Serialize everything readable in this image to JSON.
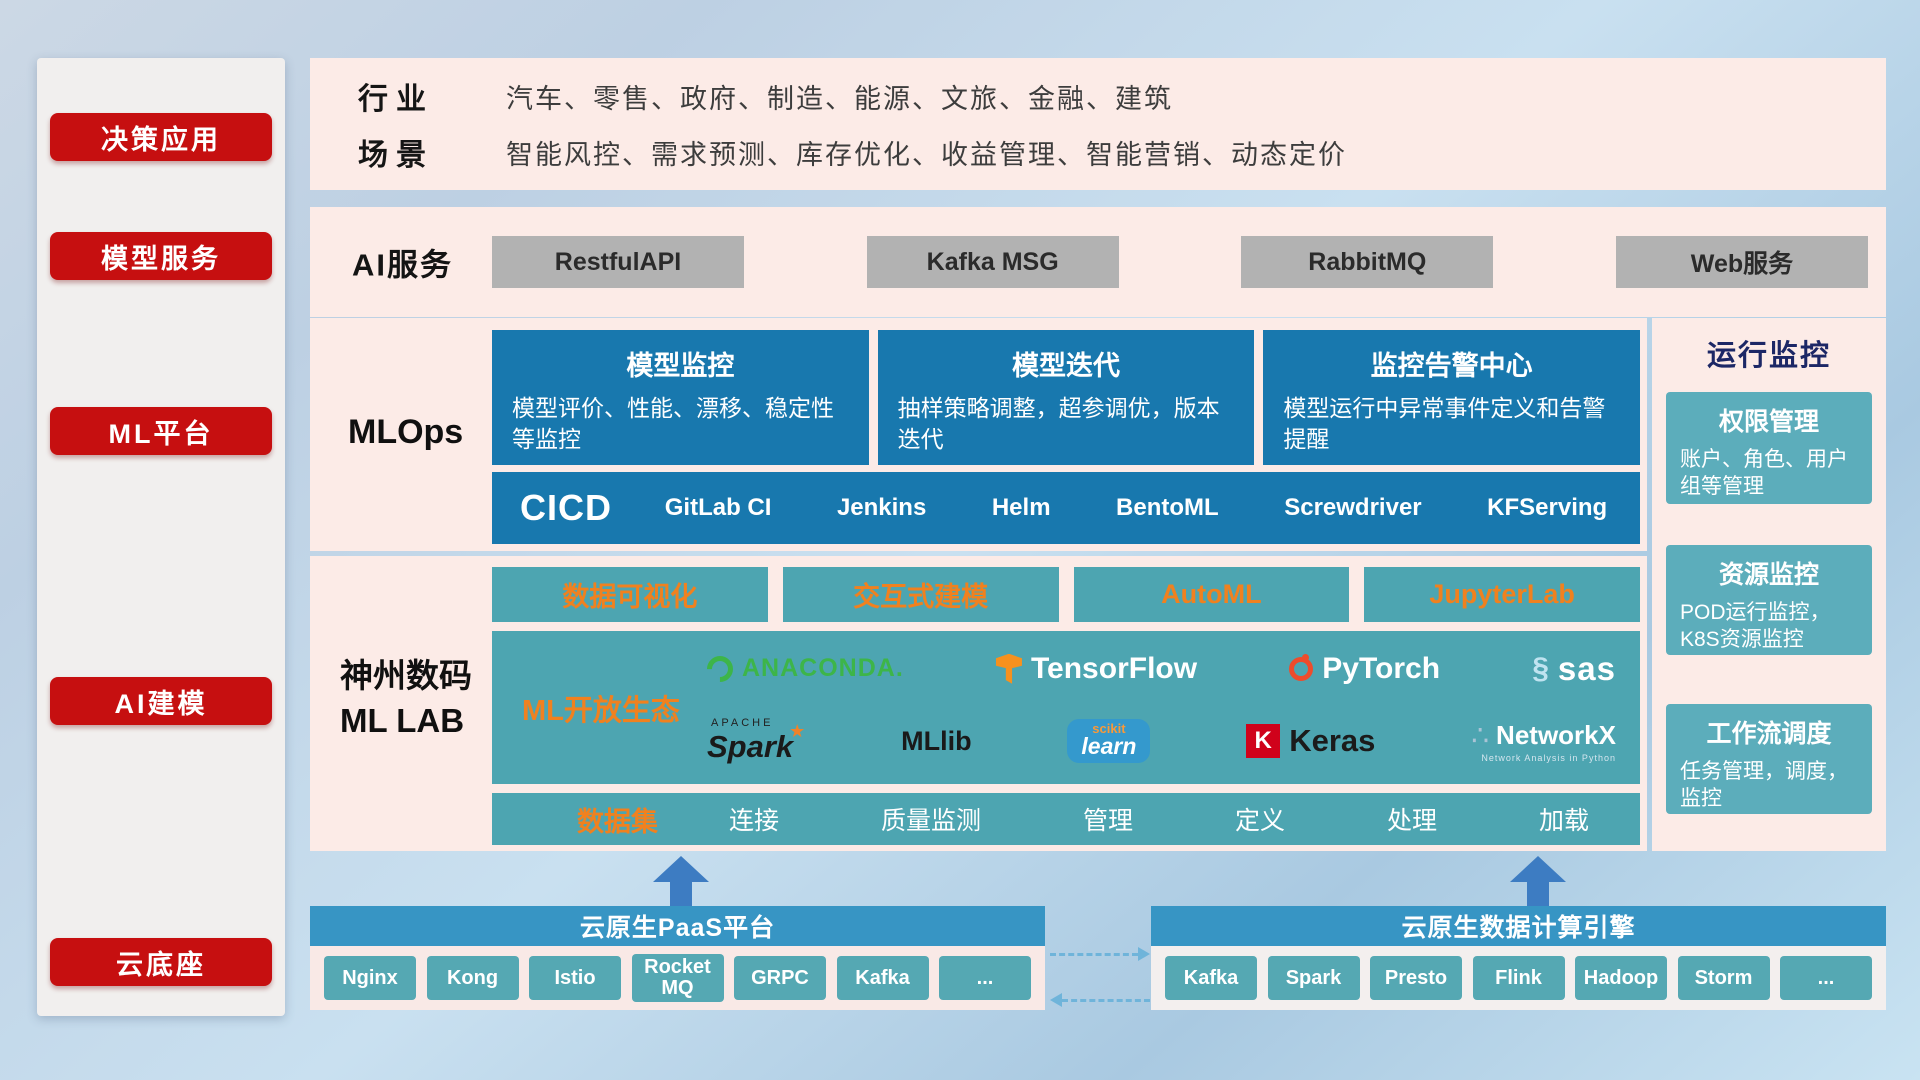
{
  "sidebar": {
    "items": [
      {
        "label": "决策应用"
      },
      {
        "label": "模型服务"
      },
      {
        "label": "ML平台"
      },
      {
        "label": "AI建模"
      },
      {
        "label": "云底座"
      }
    ]
  },
  "industry": {
    "row1_label": "行业",
    "row1_text": "汽车、零售、政府、制造、能源、文旅、金融、建筑",
    "row2_label": "场景",
    "row2_text": "智能风控、需求预测、库存优化、收益管理、智能营销、动态定价"
  },
  "ai_service": {
    "label": "AI服务",
    "buttons": [
      "RestfulAPI",
      "Kafka MSG",
      "RabbitMQ",
      "Web服务"
    ]
  },
  "mlops": {
    "label": "MLOps",
    "cards": [
      {
        "title": "模型监控",
        "desc": "模型评价、性能、漂移、稳定性等监控"
      },
      {
        "title": "模型迭代",
        "desc": "抽样策略调整，超参调优，版本迭代"
      },
      {
        "title": "监控告警中心",
        "desc": "模型运行中异常事件定义和告警提醒"
      }
    ],
    "cicd_label": "CICD",
    "cicd_items": [
      "GitLab CI",
      "Jenkins",
      "Helm",
      "BentoML",
      "Screwdriver",
      "KFServing"
    ]
  },
  "mllab": {
    "label_line1": "神州数码",
    "label_line2": "ML LAB",
    "top_buttons": [
      "数据可视化",
      "交互式建模",
      "AutoML",
      "JupyterLab"
    ],
    "ecosystem_label": "ML开放生态",
    "logos": {
      "anaconda": "ANACONDA.",
      "tensorflow": "TensorFlow",
      "pytorch": "PyTorch",
      "sas": "sas",
      "spark_apache": "APACHE",
      "spark": "Spark",
      "mllib": "MLlib",
      "scikit_top": "scikit",
      "scikit": "learn",
      "keras_k": "K",
      "keras": "Keras",
      "networkx": "NetworkX",
      "networkx_sub": "Network Analysis in Python"
    },
    "dataset_label": "数据集",
    "dataset_items": [
      "连接",
      "质量监测",
      "管理",
      "定义",
      "处理",
      "加载"
    ]
  },
  "monitor": {
    "title": "运行监控",
    "cards": [
      {
        "title": "权限管理",
        "desc": "账户、角色、用户组等管理"
      },
      {
        "title": "资源监控",
        "desc": "POD运行监控，K8S资源监控"
      },
      {
        "title": "工作流调度",
        "desc": "任务管理，调度，监控"
      }
    ]
  },
  "foundation": {
    "paas_title": "云原生PaaS平台",
    "paas_items": [
      "Nginx",
      "Kong",
      "Istio",
      "RocketMQ",
      "GRPC",
      "Kafka",
      "..."
    ],
    "engine_title": "云原生数据计算引擎",
    "engine_items": [
      "Kafka",
      "Spark",
      "Presto",
      "Flink",
      "Hadoop",
      "Storm",
      "..."
    ]
  },
  "icons": {
    "sas_swoosh": "§",
    "spark_star": "★",
    "networkx_glyph": "∴"
  },
  "colors": {
    "red": "#c60f10",
    "panel_pink": "#fcebe7",
    "card_blue": "#1878ae",
    "teal": "#4da5b1",
    "teal_light": "#5cadbb",
    "orange": "#f0811f",
    "gray_button": "#b2b2b2",
    "bar_blue": "#3795c4",
    "arrow_blue": "#3d7cc2",
    "dashed_blue": "#6fb4da"
  }
}
